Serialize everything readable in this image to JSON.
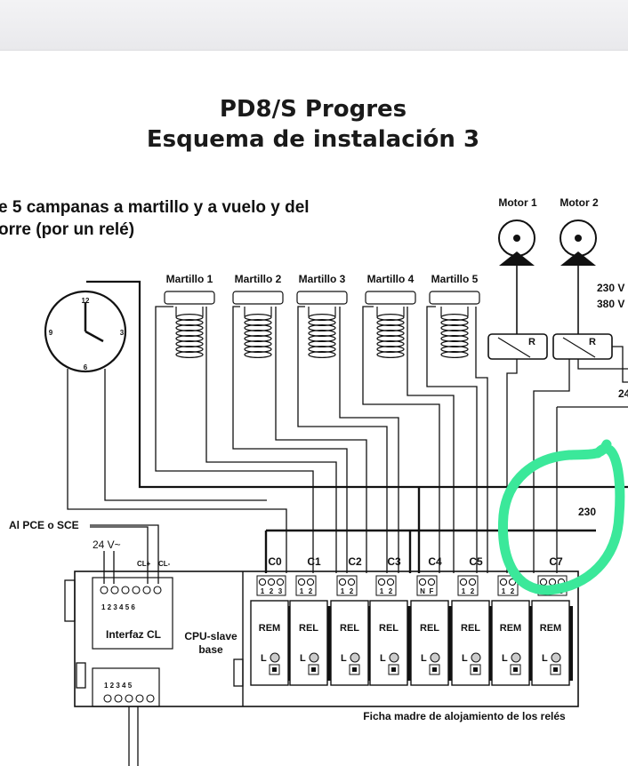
{
  "title_line1": "PD8/S  Progres",
  "title_line2": "Esquema de instalación 3",
  "desc_line1": "e 5 campanas a martillo y a vuelo y del",
  "desc_line2": "orre (por un relé)",
  "martillos": [
    "Martillo 1",
    "Martillo 2",
    "Martillo 3",
    "Martillo 4",
    "Martillo 5"
  ],
  "motors": [
    "Motor 1",
    "Motor 2"
  ],
  "relay_symbol": "R",
  "voltage_230v": "230 V",
  "voltage_380v": "380 V",
  "voltage_24": "24",
  "voltage_230": "230",
  "al_pce": "Al PCE o SCE",
  "v24": "24 V~",
  "cl_plus": "CL+",
  "cl_minus": "CL-",
  "interface_pins": "1 2 3 4 5 6",
  "interface_label": "Interfaz CL",
  "cpu_label": "CPU-slave",
  "cpu_label2": "base",
  "bottom_pins": "1 2 3 4 5",
  "channels": [
    "C0",
    "C1",
    "C2",
    "C3",
    "C4",
    "C5",
    "C6",
    "C7"
  ],
  "c6_visible": "",
  "modules": [
    "REM",
    "REL",
    "REL",
    "REL",
    "REL",
    "REL",
    "REM",
    "REM"
  ],
  "module_led": "L",
  "footer": "Ficha madre de alojamiento de los relés",
  "clock_12": "12",
  "clock_3": "3",
  "clock_6": "6",
  "clock_9": "9",
  "pin_labels_3": [
    "1",
    "2",
    "3"
  ],
  "pin_labels_2": [
    "1",
    "2"
  ],
  "pin_labels_nf": [
    "N",
    "F"
  ],
  "highlight_color": "#3be89a"
}
